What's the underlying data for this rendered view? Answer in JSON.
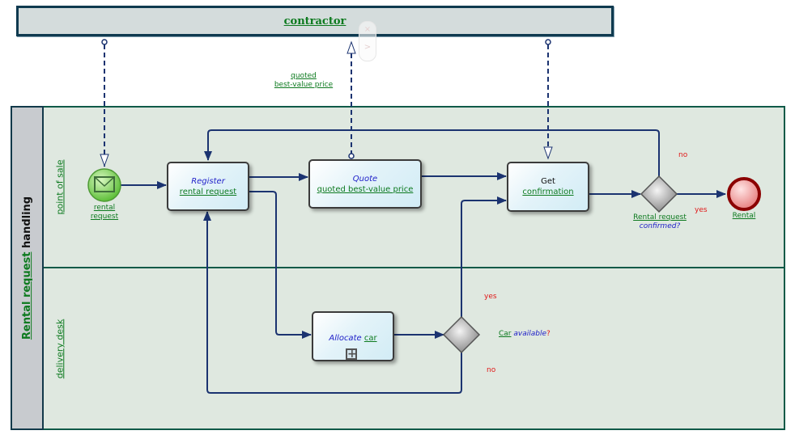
{
  "pools": {
    "contractor": {
      "title": "contractor"
    },
    "main": {
      "title_part1": "Rental request",
      "title_part2": " handling"
    }
  },
  "lanes": [
    {
      "label": "point of sale"
    },
    {
      "label": "delivery desk"
    }
  ],
  "message_flows": {
    "quote_label_line1": "quoted",
    "quote_label_line2": "best-value price"
  },
  "events": {
    "start": {
      "line1": "rental",
      "line2": "request",
      "icon": "envelope-icon"
    },
    "end": {
      "label": "Rental"
    }
  },
  "tasks": {
    "register": {
      "verb": "Register",
      "object": "rental request"
    },
    "quote": {
      "verb": "Quote",
      "object": "quoted best-value price"
    },
    "get_confirmation": {
      "verb": "Get",
      "object": "confirmation"
    },
    "allocate": {
      "verb": "Allocate ",
      "object": "car",
      "marker": "+"
    }
  },
  "gateways": {
    "confirmed": {
      "line1": "Rental request",
      "line2_word": "confirmed",
      "line2_q": "?",
      "yes": "yes",
      "no": "no"
    },
    "available": {
      "object": "Car",
      "word": " available",
      "q": "?",
      "yes": "yes",
      "no": "no"
    }
  },
  "ghost_toolbar": {
    "close": "×",
    "next": ">"
  },
  "colors": {
    "flow": "#1b3370",
    "lane_border": "#0f5a48",
    "lane_fill": "#dfe8e0",
    "link_green": "#0d7a1f",
    "italic_blue": "#1d1dc8",
    "condition_red": "#e01818",
    "end_event": "#8b0000",
    "start_event": "#8ed86b"
  }
}
